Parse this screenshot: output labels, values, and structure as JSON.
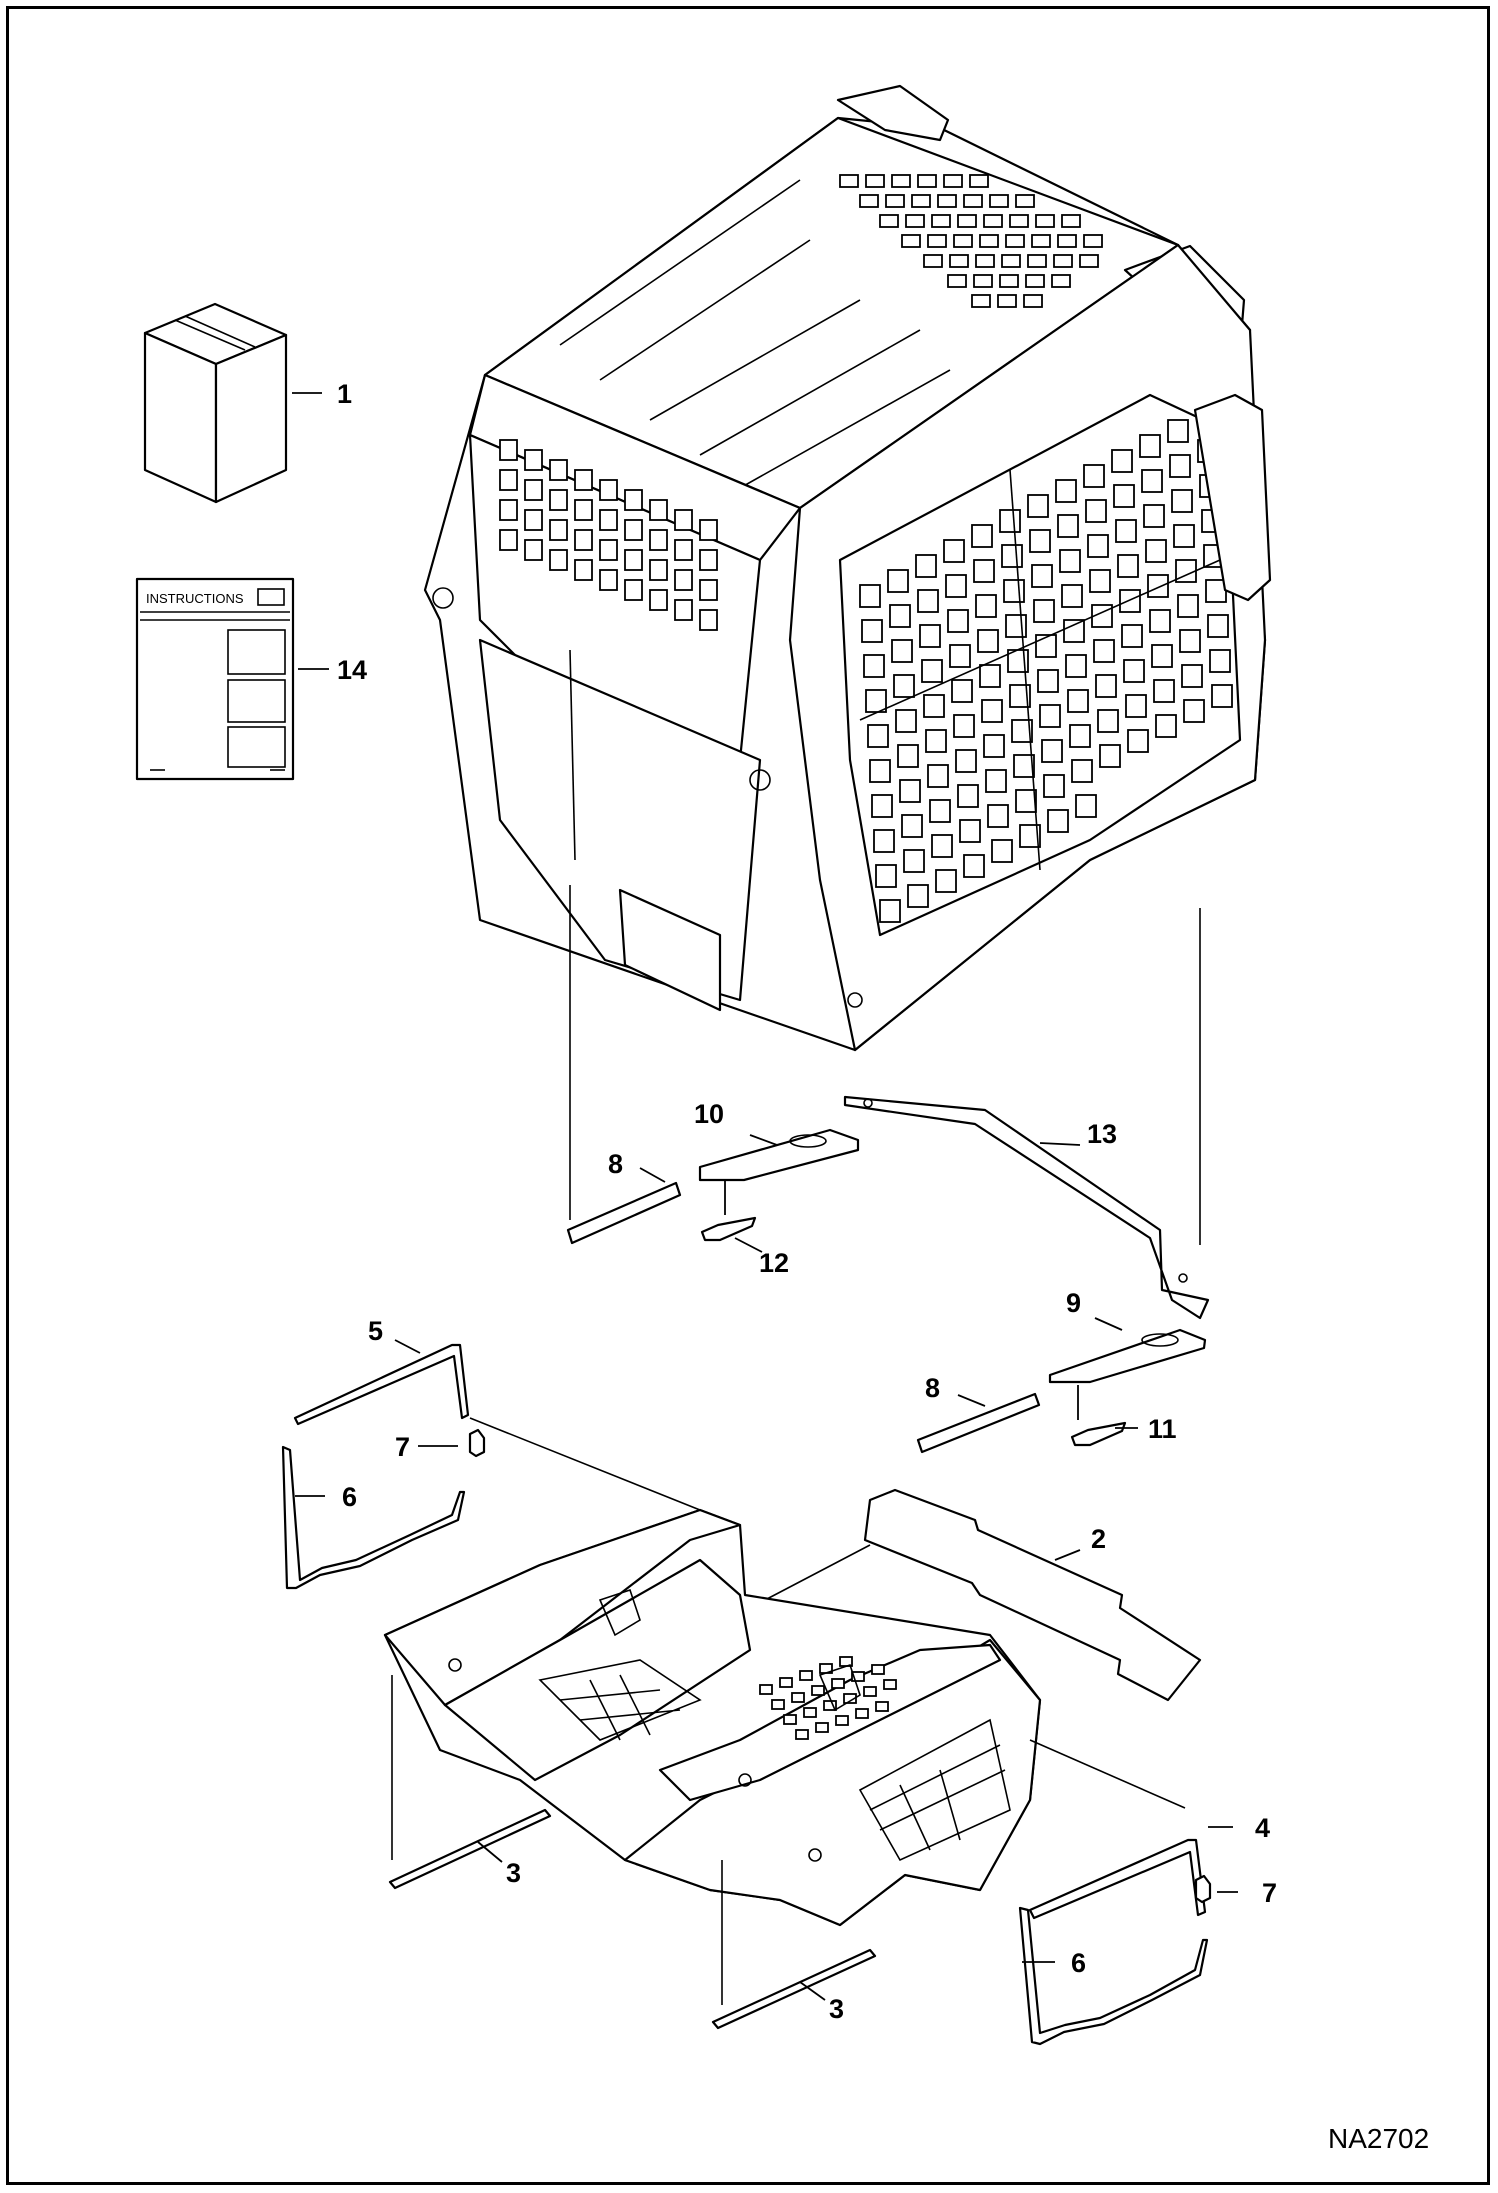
{
  "figure_id": "NA2702",
  "instruction_sheet_title": "INSTRUCTIONS",
  "callouts": [
    {
      "id": "c1",
      "label": "1"
    },
    {
      "id": "c14",
      "label": "14"
    },
    {
      "id": "c10",
      "label": "10"
    },
    {
      "id": "c13",
      "label": "13"
    },
    {
      "id": "c8a",
      "label": "8"
    },
    {
      "id": "c12",
      "label": "12"
    },
    {
      "id": "c9",
      "label": "9"
    },
    {
      "id": "c8b",
      "label": "8"
    },
    {
      "id": "c11",
      "label": "11"
    },
    {
      "id": "c5",
      "label": "5"
    },
    {
      "id": "c7a",
      "label": "7"
    },
    {
      "id": "c6a",
      "label": "6"
    },
    {
      "id": "c2",
      "label": "2"
    },
    {
      "id": "c3a",
      "label": "3"
    },
    {
      "id": "c4",
      "label": "4"
    },
    {
      "id": "c7b",
      "label": "7"
    },
    {
      "id": "c6b",
      "label": "6"
    },
    {
      "id": "c3b",
      "label": "3"
    }
  ]
}
